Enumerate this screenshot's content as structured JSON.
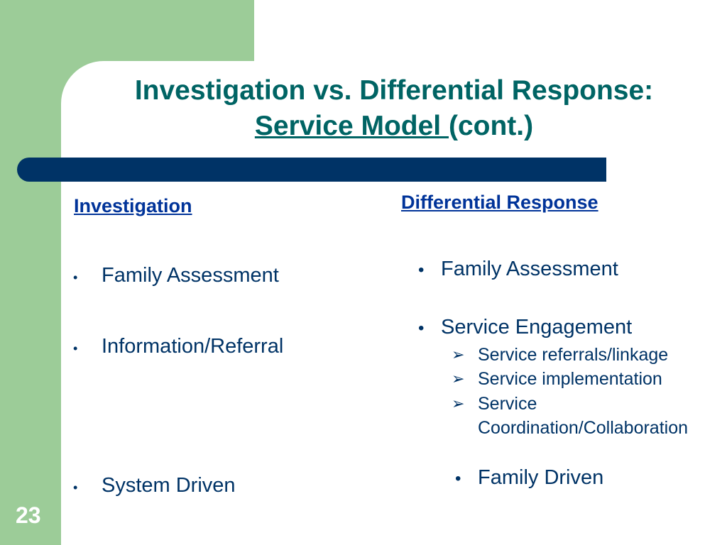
{
  "slide": {
    "title_line1": "Investigation vs. Differential Response:",
    "title_underlined": "Service Model ",
    "title_suffix": "(cont.)",
    "page_number": "23"
  },
  "investigation": {
    "heading": "Investigation",
    "items": [
      "Family Assessment",
      "Information/Referral",
      "System Driven"
    ]
  },
  "differential": {
    "heading": "Differential Response",
    "items": [
      "Family Assessment",
      "Service Engagement",
      "Family Driven"
    ],
    "sub_items": [
      "Service referrals/linkage",
      "Service implementation",
      "Service",
      "Coordination/Collaboration"
    ]
  },
  "colors": {
    "green": "#9ccc98",
    "title_teal": "#006464",
    "bar_navy": "#003366",
    "heading_blue": "#003399"
  },
  "icons": {
    "bullet": "bullet-dot-icon",
    "sub_bullet": "arrow-bullet-icon"
  }
}
